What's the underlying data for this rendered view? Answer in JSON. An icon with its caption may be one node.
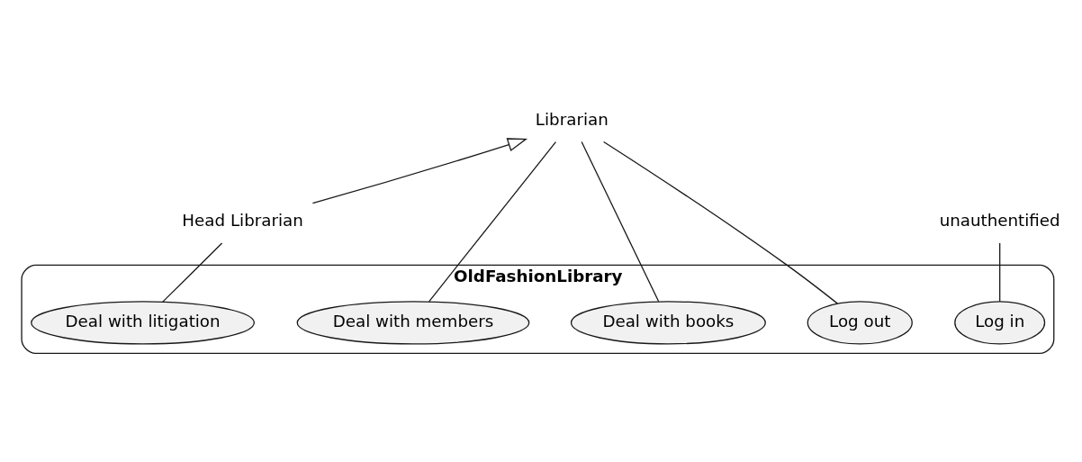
{
  "diagram": {
    "nodes": [
      {
        "text": [
          "Librarian"
        ]
      },
      {
        "text": [
          "Head Librarian"
        ]
      },
      {
        "text": [
          "unauthentified"
        ]
      },
      {
        "text": [
          "OldFashionLibrary"
        ]
      },
      {
        "text": [
          "Deal with litigation"
        ],
        "in": 3
      },
      {
        "text": [
          "Deal with members"
        ],
        "in": 3
      },
      {
        "text": [
          "Deal with books"
        ],
        "in": 3
      },
      {
        "text": [
          "Log out"
        ],
        "in": 3
      },
      {
        "text": [
          "Log in"
        ],
        "in": 3
      }
    ],
    "edges": [
      {
        "from": 1,
        "to": 0,
        "arrow": "to"
      },
      {
        "from": 0,
        "to": 5,
        "arrow": "none"
      },
      {
        "from": 0,
        "to": 6,
        "arrow": "none"
      },
      {
        "from": 0,
        "to": 7,
        "arrow": "none"
      },
      {
        "from": 1,
        "to": 4,
        "arrow": "none"
      },
      {
        "from": 2,
        "to": 8,
        "arrow": "none"
      }
    ]
  }
}
